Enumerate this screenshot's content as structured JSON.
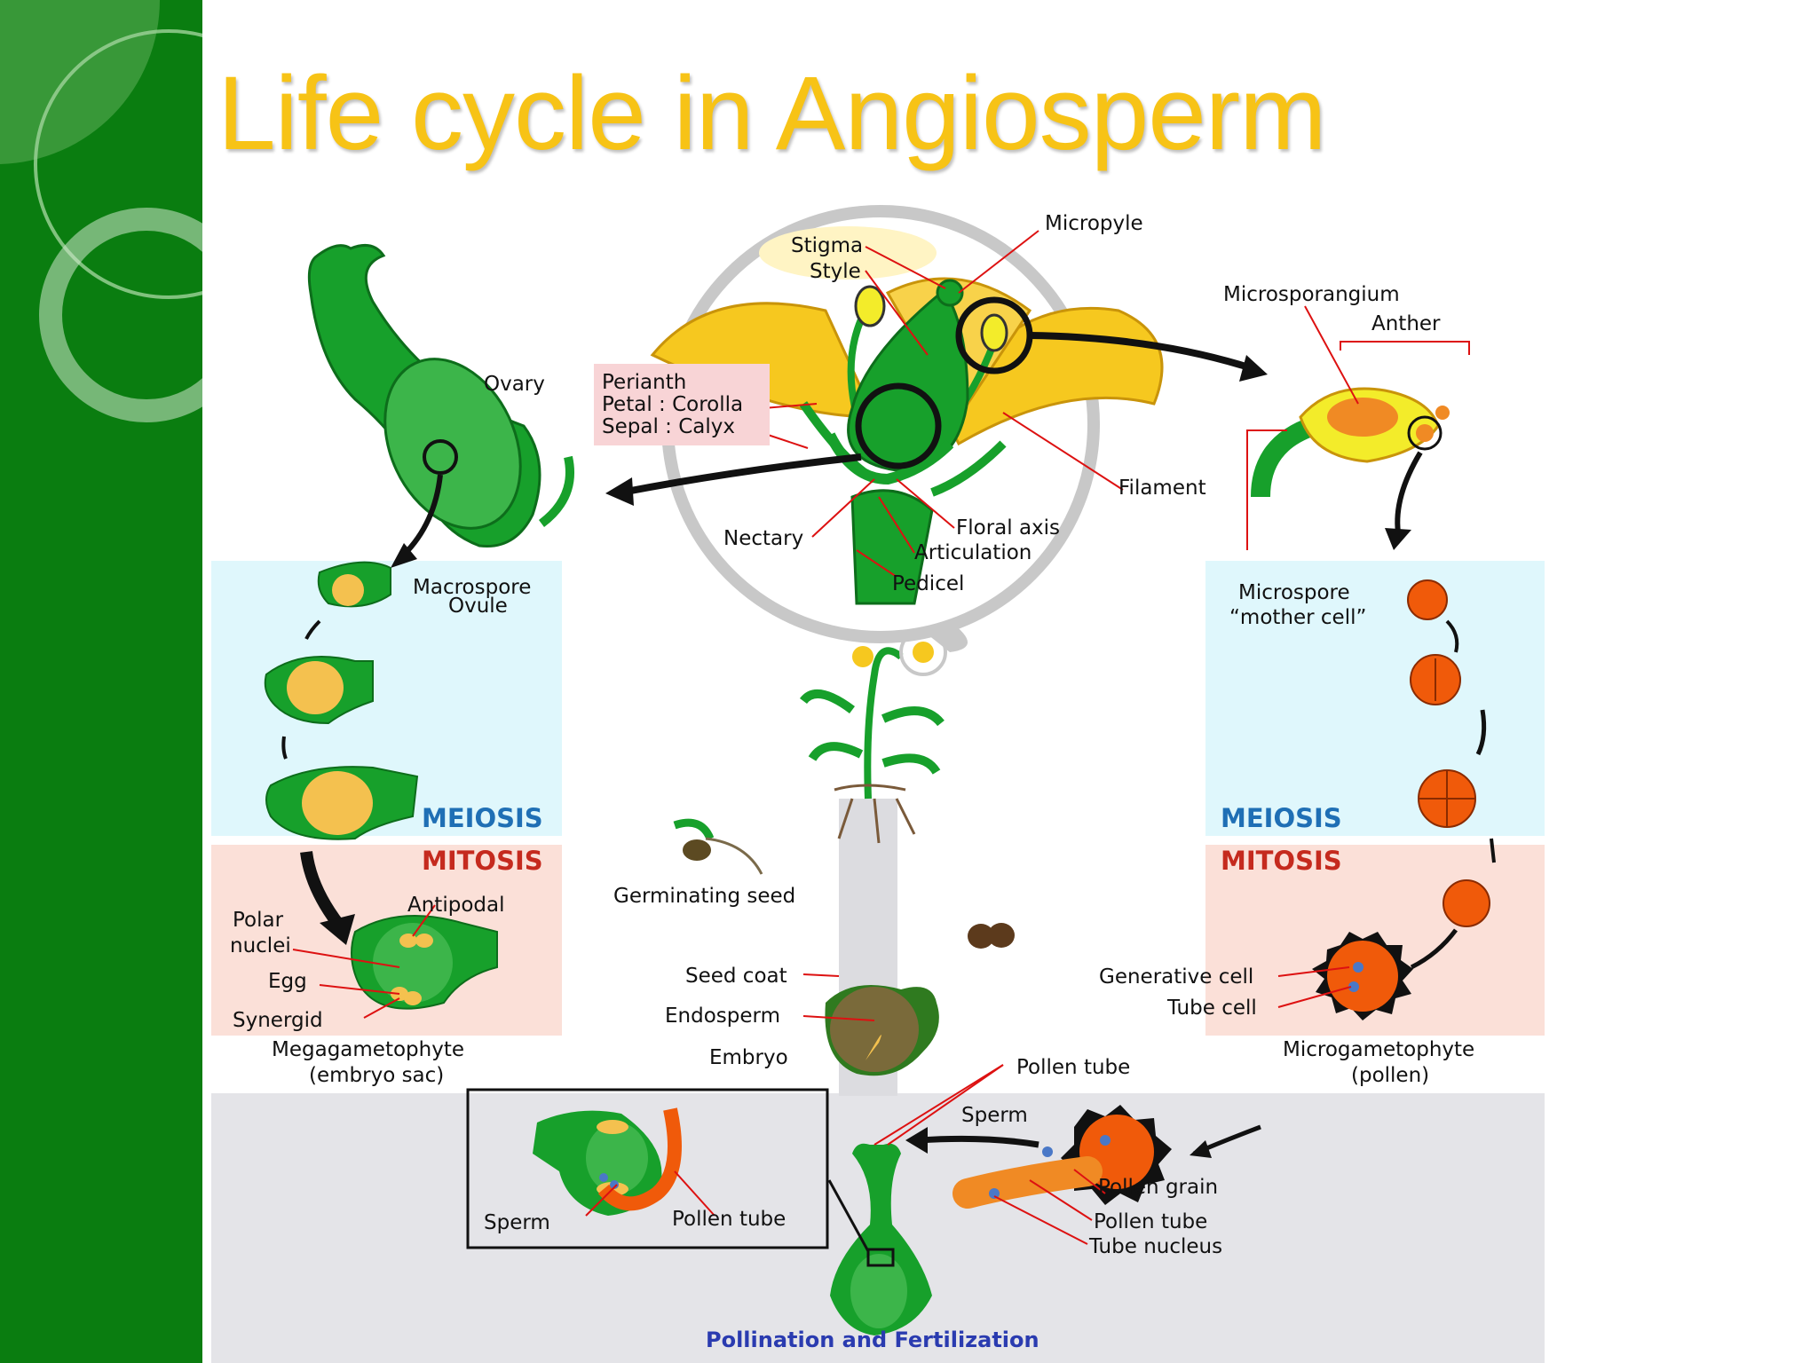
{
  "slide": {
    "title": "Life cycle in Angiosperm"
  },
  "labels": {
    "micropyle": "Micropyle",
    "stigma": "Stigma",
    "style": "Style",
    "microsporangium": "Microsporangium",
    "anther": "Anther",
    "ovary": "Ovary",
    "perianth": "Perianth",
    "petal_corolla": "Petal : Corolla",
    "sepal_calyx": "Sepal : Calyx",
    "filament": "Filament",
    "nectary": "Nectary",
    "floral_axis": "Floral axis",
    "articulation": "Articulation",
    "pedicel": "Pedicel",
    "macrospore": "Macrospore",
    "ovule": "Ovule",
    "microspore": "Microspore",
    "mother_cell": "“mother cell”",
    "germinating_seed": "Germinating seed",
    "antipodal": "Antipodal",
    "polar": "Polar",
    "nuclei": "nuclei",
    "egg": "Egg",
    "synergid": "Synergid",
    "megagametophyte": "Megagametophyte",
    "embryo_sac": "(embryo sac)",
    "seed_coat": "Seed coat",
    "endosperm": "Endosperm",
    "embryo": "Embryo",
    "generative_cell": "Generative cell",
    "tube_cell": "Tube cell",
    "microgametophyte": "Microgametophyte",
    "pollen_paren": "(pollen)",
    "pollen_tube_top": "Pollen tube",
    "sperm_top": "Sperm",
    "sperm_inset": "Sperm",
    "pollen_tube_inset": "Pollen tube",
    "pollen_grain": "Pollen grain",
    "pollen_tube_lower": "Pollen tube",
    "tube_nucleus": "Tube nucleus"
  },
  "stages": {
    "meiosis_left": "MEIOSIS",
    "mitosis_left": "MITOSIS",
    "meiosis_right": "MEIOSIS",
    "mitosis_right": "MITOSIS",
    "pollination": "Pollination and Fertilization"
  },
  "colors": {
    "sidebar": "#0a7d10",
    "title": "#f7c316",
    "meiosis_panel": "#dff7fc",
    "mitosis_panel": "#fbe0d8",
    "fertilization_panel": "#e4e4e8",
    "plant_green": "#17a02b",
    "petal_yellow": "#f6c81f",
    "pollen_orange": "#f05a0a"
  }
}
